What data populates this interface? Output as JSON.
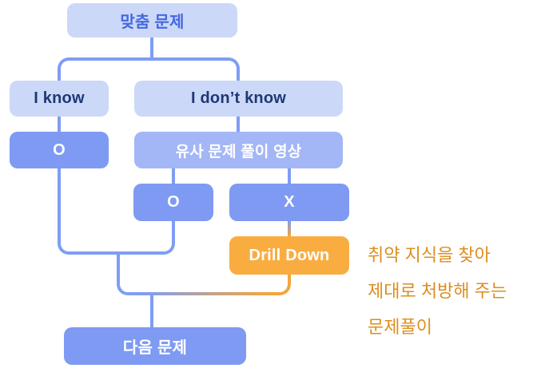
{
  "palette": {
    "light_blue": "#ccd8f8",
    "soft_blue": "#a3b6f5",
    "mid_blue": "#7e9af2",
    "line_blue": "#7f9df5",
    "orange": "#f9ad41",
    "orange_text": "#dd8e1f",
    "navy_text": "#1f3874",
    "blue_text": "#4468e0"
  },
  "nodes": {
    "root": "맞춤 문제",
    "i_know": "I know",
    "i_dont_know": "I don’t know",
    "o_left": "O",
    "similar_video": "유사 문제 풀이 영상",
    "o_mid": "O",
    "x_node": "X",
    "drill_down": "Drill Down",
    "next": "다음 문제"
  },
  "annotation": {
    "line1": "취약 지식을 찾아",
    "line2": "제대로 처방해 주는",
    "line3": "문제풀이"
  }
}
